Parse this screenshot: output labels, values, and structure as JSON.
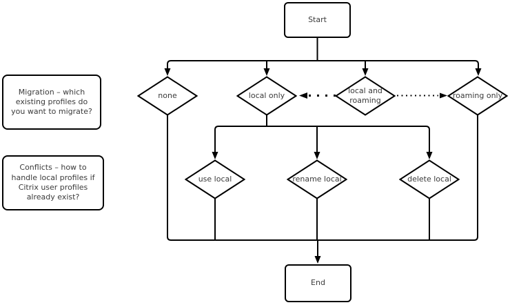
{
  "canvas": {
    "background_color": "#ffffff",
    "line_color": "#000000",
    "text_color": "#3a3a3a"
  },
  "nodes": {
    "start": {
      "label": "Start",
      "shape": "rounded-rectangle"
    },
    "end": {
      "label": "End",
      "shape": "rounded-rectangle"
    },
    "none": {
      "label": "none",
      "shape": "diamond"
    },
    "local_only": {
      "label": "local only",
      "shape": "diamond"
    },
    "local_and_roaming": {
      "label": "local and roaming",
      "shape": "diamond"
    },
    "roaming_only": {
      "label": "roaming only",
      "shape": "diamond"
    },
    "use_local": {
      "label": "use local",
      "shape": "diamond"
    },
    "rename_local": {
      "label": "rename local",
      "shape": "diamond"
    },
    "delete_local": {
      "label": "delete local",
      "shape": "diamond"
    }
  },
  "notes": {
    "migration": {
      "label": "Migration – which existing profiles do you want to migrate?"
    },
    "conflicts": {
      "label": "Conflicts – how to handle local profiles if Citrix user profiles already exist?"
    }
  },
  "edges": [
    {
      "from": "start",
      "to": "none",
      "style": "solid-arrow"
    },
    {
      "from": "start",
      "to": "local_only",
      "style": "solid-arrow"
    },
    {
      "from": "start",
      "to": "local_and_roaming",
      "style": "solid-arrow"
    },
    {
      "from": "start",
      "to": "roaming_only",
      "style": "solid-arrow"
    },
    {
      "from": "local_and_roaming",
      "to": "local_only",
      "style": "dotted-arrow"
    },
    {
      "from": "local_and_roaming",
      "to": "roaming_only",
      "style": "dotted-arrow"
    },
    {
      "from": "local_only",
      "to": "use_local",
      "style": "solid-arrow"
    },
    {
      "from": "local_only",
      "to": "rename_local",
      "style": "solid-arrow"
    },
    {
      "from": "local_only",
      "to": "delete_local",
      "style": "solid-arrow"
    },
    {
      "from": "none",
      "to": "end",
      "style": "solid-arrow"
    },
    {
      "from": "use_local",
      "to": "end",
      "style": "solid-arrow"
    },
    {
      "from": "rename_local",
      "to": "end",
      "style": "solid-arrow"
    },
    {
      "from": "delete_local",
      "to": "end",
      "style": "solid-arrow"
    },
    {
      "from": "roaming_only",
      "to": "end",
      "style": "solid-arrow"
    }
  ]
}
